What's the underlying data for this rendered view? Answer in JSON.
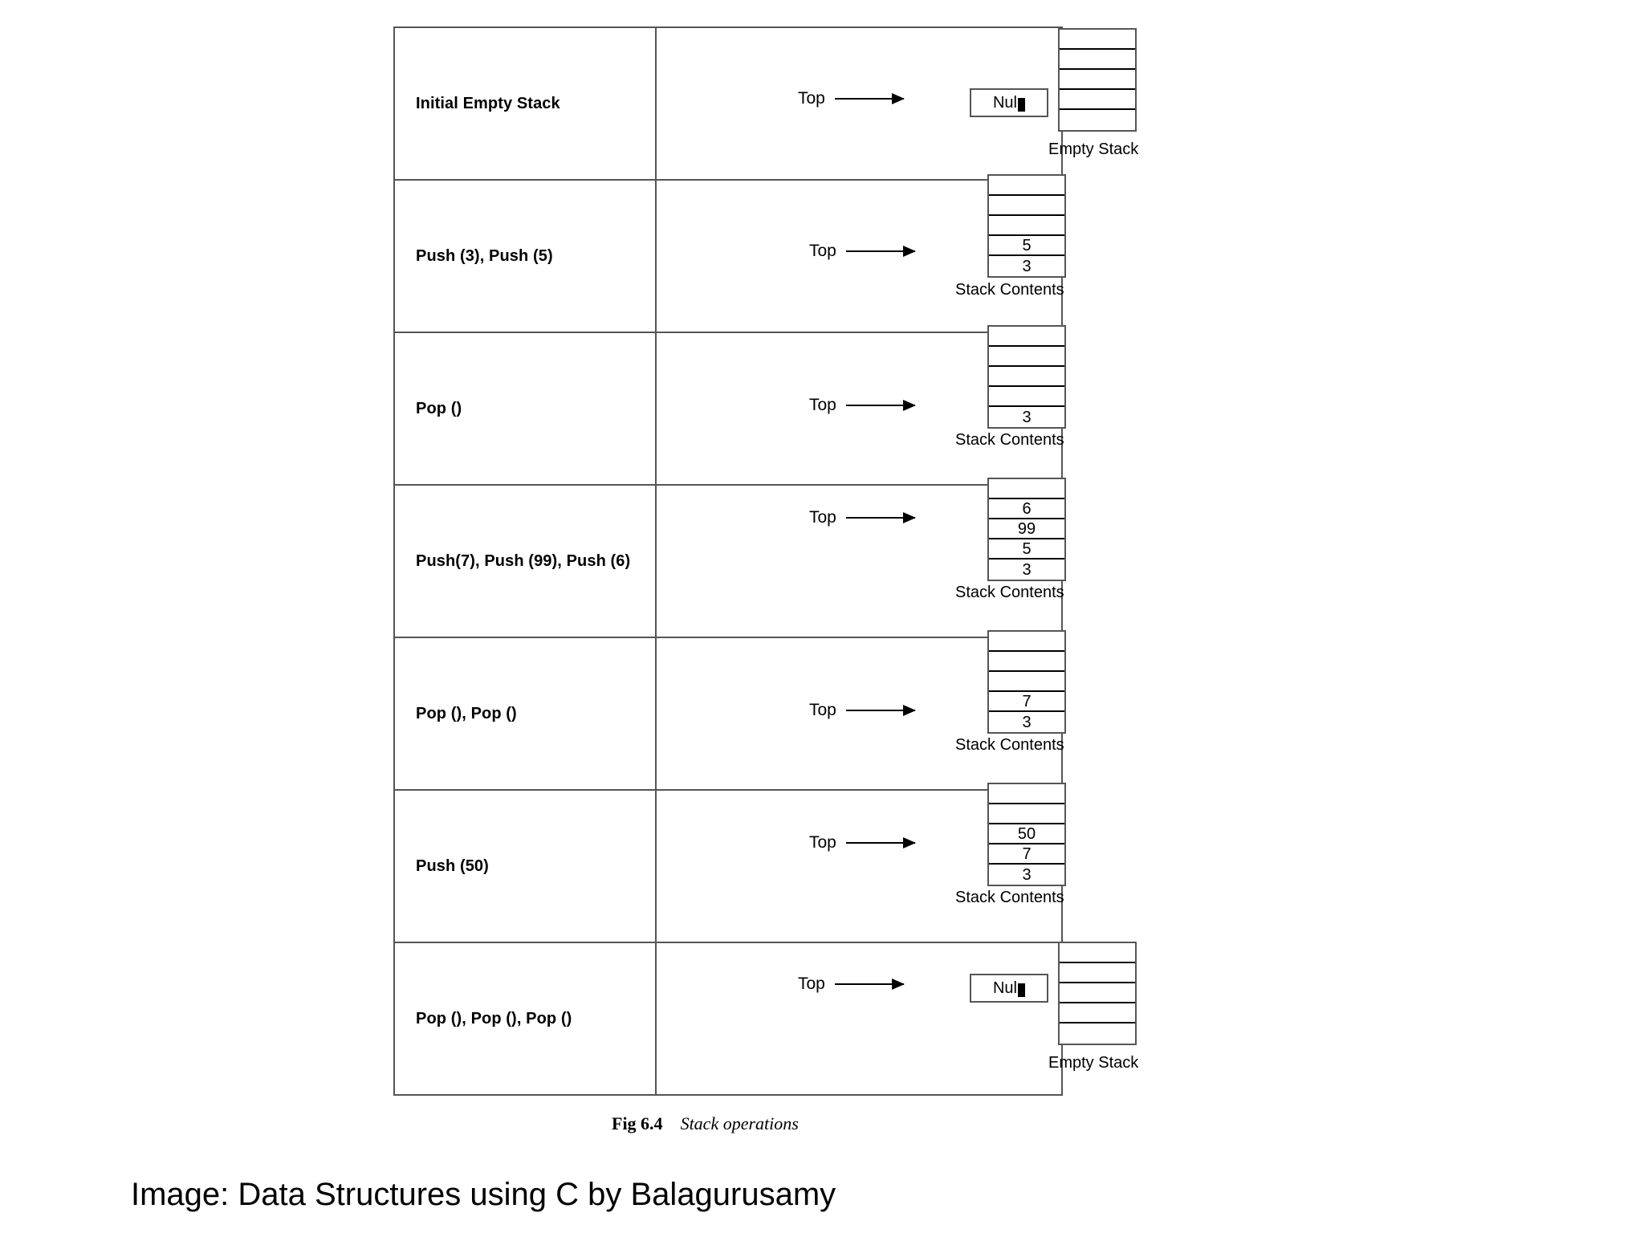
{
  "figure": {
    "caption_number": "Fig 6.4",
    "caption_title": "Stack operations",
    "credit": "Image: Data Structures using C by Balagurusamy",
    "top_label": "Top",
    "null_text": "Nul",
    "empty_stack_caption": "Empty Stack",
    "stack_contents_caption": "Stack Contents"
  },
  "rows": [
    {
      "operation": "Initial Empty Stack",
      "kind": "null",
      "top_label": "Top",
      "null_text": "Nul",
      "cells": [
        "",
        "",
        "",
        "",
        ""
      ],
      "caption": "Empty Stack"
    },
    {
      "operation": "Push (3), Push (5)",
      "kind": "stack",
      "top_label": "Top",
      "cells": [
        "",
        "",
        "",
        "5",
        "3"
      ],
      "top_index": 3,
      "caption": "Stack Contents"
    },
    {
      "operation": "Pop ()",
      "kind": "stack",
      "top_label": "Top",
      "cells": [
        "",
        "",
        "",
        "",
        "3"
      ],
      "top_index": 4,
      "caption": "Stack Contents"
    },
    {
      "operation": "Push(7), Push (99), Push (6)",
      "kind": "stack",
      "top_label": "Top",
      "cells": [
        "",
        "6",
        "99",
        "5",
        "3"
      ],
      "top_index": 1,
      "caption": "Stack Contents"
    },
    {
      "operation": "Pop (), Pop ()",
      "kind": "stack",
      "top_label": "Top",
      "cells": [
        "",
        "",
        "",
        "7",
        "3"
      ],
      "top_index": 3,
      "caption": "Stack Contents"
    },
    {
      "operation": "Push (50)",
      "kind": "stack",
      "top_label": "Top",
      "cells": [
        "",
        "",
        "50",
        "7",
        "3"
      ],
      "top_index": 2,
      "caption": "Stack Contents"
    },
    {
      "operation": "Pop (), Pop (), Pop ()",
      "kind": "null",
      "top_label": "Top",
      "null_text": "Nul",
      "cells": [
        "",
        "",
        "",
        "",
        ""
      ],
      "caption": "Empty Stack"
    }
  ],
  "colors": {
    "border": "#555555",
    "cell_line": "#000000",
    "text": "#000000",
    "background": "#ffffff"
  }
}
